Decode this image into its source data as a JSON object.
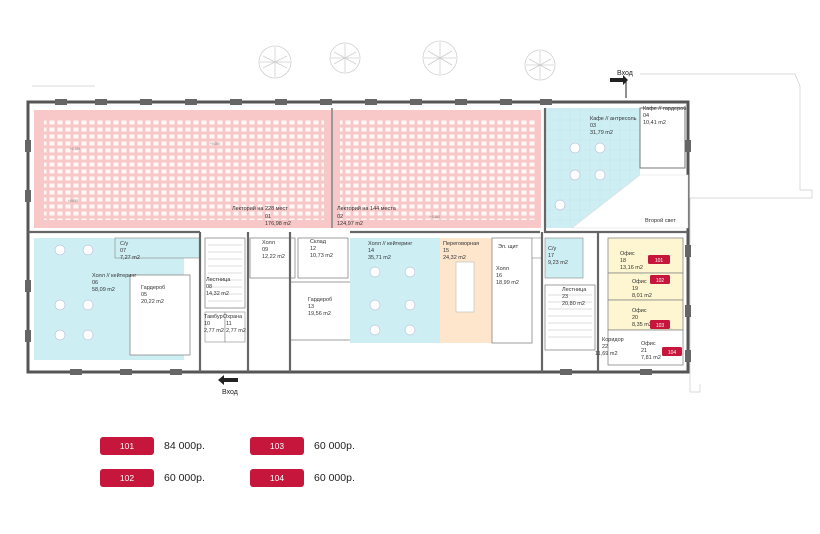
{
  "colors": {
    "lecture": "#f8c8c8",
    "cafe": "#cdeef3",
    "meeting": "#fde6cc",
    "office": "#fdf6d0",
    "badge": "#c7163b",
    "wall": "#777777"
  },
  "entrances": {
    "top": "Вход",
    "bottom": "Вход"
  },
  "lecture_markers": [
    "+0,160",
    "+0,000",
    "+0,160",
    "+0,650"
  ],
  "rooms": {
    "r01": {
      "name": "Лекторий на 228 мест",
      "num": "01",
      "area": "176,98 m2"
    },
    "r02": {
      "name": "Лекторий на 144 места",
      "num": "02",
      "area": "124,97 m2"
    },
    "r03": {
      "name": "Кафе // антресоль",
      "num": "03",
      "area": "31,79 m2"
    },
    "r04": {
      "name": "Кафе // гардероб",
      "num": "04",
      "area": "10,41 m2"
    },
    "second_light": "Второй свет",
    "r07": {
      "name": "С/у",
      "num": "07",
      "area": "7,27 m2"
    },
    "r06": {
      "name": "Холл // кейтеринг",
      "num": "06",
      "area": "58,09 m2"
    },
    "r05": {
      "name": "Гардероб",
      "num": "05",
      "area": "20,22 m2"
    },
    "r08": {
      "name": "Лестница",
      "num": "08",
      "area": "14,32 m2"
    },
    "r09": {
      "name": "Холл",
      "num": "09",
      "area": "12,22 m2"
    },
    "r12": {
      "name": "Склад",
      "num": "12",
      "area": "10,73 m2"
    },
    "r13": {
      "name": "Гардероб",
      "num": "13",
      "area": "19,56 m2"
    },
    "r14": {
      "name": "Холл // кейтеринг",
      "num": "14",
      "area": "35,71 m2"
    },
    "r15": {
      "name": "Переговорная",
      "num": "15",
      "area": "24,32 m2"
    },
    "r16": {
      "name": "Холл",
      "num": "16",
      "area": "18,99 m2"
    },
    "el_shaft": "Эл. щит",
    "r17": {
      "name": "С/у",
      "num": "17",
      "area": "9,23 m2"
    },
    "r23": {
      "name": "Лестница",
      "num": "23",
      "area": "20,80 m2"
    },
    "r22": {
      "name": "Коридор",
      "num": "22",
      "area": "11,69 m2"
    },
    "r18": {
      "name": "Офис",
      "num": "18",
      "area": "13,16 m2"
    },
    "r19": {
      "name": "Офис",
      "num": "19",
      "area": "8,01 m2"
    },
    "r20": {
      "name": "Офис",
      "num": "20",
      "area": "8,35 m2"
    },
    "r21": {
      "name": "Офис",
      "num": "21",
      "area": "7,81 m2"
    },
    "r10": {
      "name": "Тамбур",
      "num": "10",
      "area": "2,77 m2"
    },
    "r11": {
      "name": "Охрана",
      "num": "11",
      "area": "2,77 m2"
    }
  },
  "plan_tags": [
    "101",
    "102",
    "103",
    "104"
  ],
  "price_legend": [
    {
      "code": "101",
      "price": "84 000р."
    },
    {
      "code": "102",
      "price": "60 000р."
    },
    {
      "code": "103",
      "price": "60 000р."
    },
    {
      "code": "104",
      "price": "60 000р."
    }
  ]
}
